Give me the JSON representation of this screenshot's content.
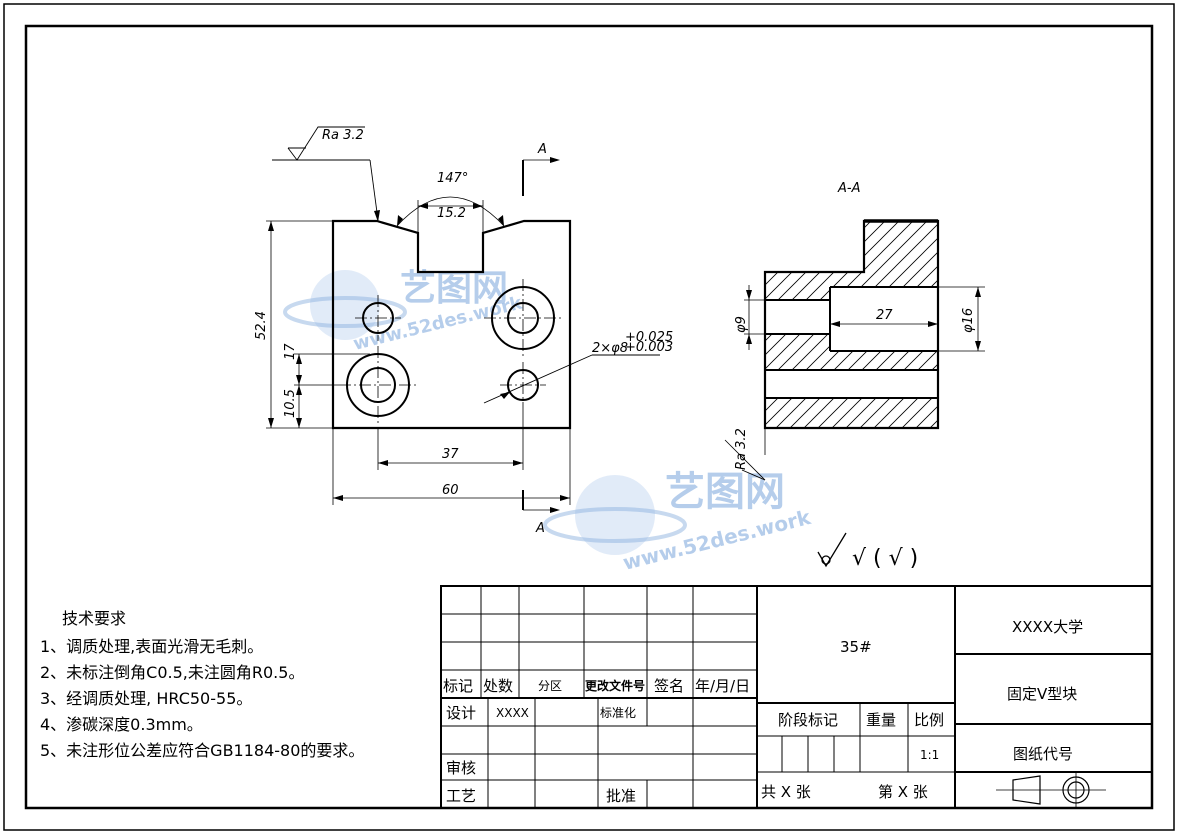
{
  "front_view": {
    "roughness": "Ra 3.2",
    "section_mark_top": "A",
    "section_mark_bottom": "A",
    "angle": "147°",
    "groove_width": "15.2",
    "height_total": "52.4",
    "height_17": "17",
    "height_10_5": "10.5",
    "hole_spacing": "37",
    "width_total": "60",
    "hole_callout": "2×φ8",
    "tol_upper": "+0.025",
    "tol_lower": "+0.003"
  },
  "section_view": {
    "title": "A-A",
    "dia_left": "φ9",
    "depth": "27",
    "dia_right": "φ16",
    "roughness": "Ra 3.2"
  },
  "general_roughness": "√ ( √ )",
  "watermark": {
    "cn": "艺图网",
    "url": "www.52des.work"
  },
  "requirements": {
    "title": "技术要求",
    "items": [
      "1、调质处理,表面光滑无毛刺。",
      "2、未标注倒角C0.5,未注圆角R0.5。",
      "3、经调质处理, HRC50-55。",
      "4、渗碳深度0.3mm。",
      "5、未注形位公差应符合GB1184-80的要求。"
    ]
  },
  "title_block": {
    "mark": "标记",
    "count": "处数",
    "zone": "分区",
    "change_doc": "更改文件号",
    "signature": "签名",
    "date": "年/月/日",
    "design": "设计",
    "designer": "XXXX",
    "standardize": "标准化",
    "review": "审核",
    "process": "工艺",
    "approve": "批准",
    "material": "35#",
    "stage_mark": "阶段标记",
    "weight": "重量",
    "scale": "比例",
    "scale_value": "1:1",
    "sheets_total": "共 X 张",
    "sheet_no": "第 X 张",
    "school": "XXXX大学",
    "part_name": "固定V型块",
    "drawing_code": "图纸代号"
  }
}
